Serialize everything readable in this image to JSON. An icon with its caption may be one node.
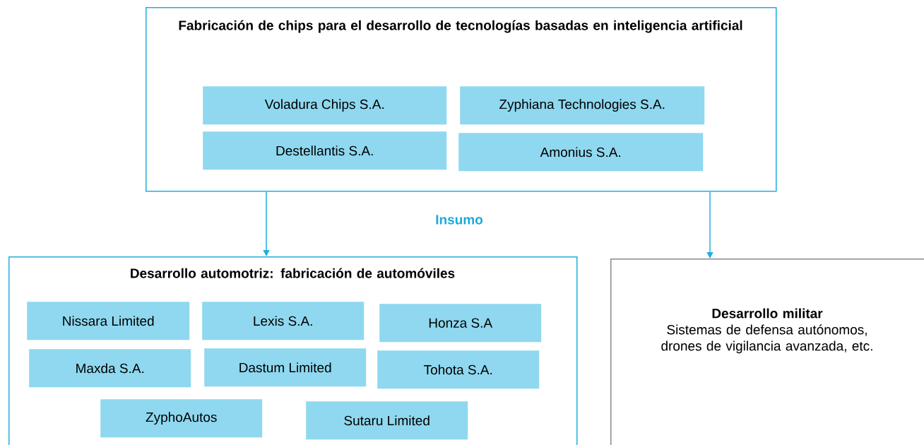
{
  "diagram": {
    "nodes": [
      {
        "text": [
          "Fabricación de chips para el desarrollo de tecnologías basadas en inteligencia artificial"
        ]
      },
      {
        "text": [
          "Voladura Chips S.A."
        ],
        "in": 0
      },
      {
        "text": [
          "Zyphiana Technologies S.A."
        ],
        "in": 0
      },
      {
        "text": [
          "Destellantis S.A."
        ],
        "in": 0
      },
      {
        "text": [
          "Amonius S.A."
        ],
        "in": 0
      },
      {
        "text": [
          "Desarrollo automotriz: fabricación de automóviles"
        ]
      },
      {
        "text": [
          "Nissara Limited"
        ],
        "in": 5
      },
      {
        "text": [
          "Lexis S.A."
        ],
        "in": 5
      },
      {
        "text": [
          "Honza S.A"
        ],
        "in": 5
      },
      {
        "text": [
          "Maxda S.A."
        ],
        "in": 5
      },
      {
        "text": [
          "Dastum Limited"
        ],
        "in": 5
      },
      {
        "text": [
          "Tohota S.A."
        ],
        "in": 5
      },
      {
        "text": [
          "ZyphoAutos"
        ],
        "in": 5
      },
      {
        "text": [
          "Sutaru Limited"
        ],
        "in": 5
      },
      {
        "text": [
          "Desarrollo militar",
          "Sistemas de defensa autónomos, drones de vigilancia avanzada, etc."
        ]
      }
    ],
    "edges": [
      {
        "from": 0,
        "to": 5,
        "arrow": "to"
      },
      {
        "from": 0,
        "to": 14,
        "arrow": "to"
      }
    ],
    "labels": [
      "Insumo"
    ]
  }
}
